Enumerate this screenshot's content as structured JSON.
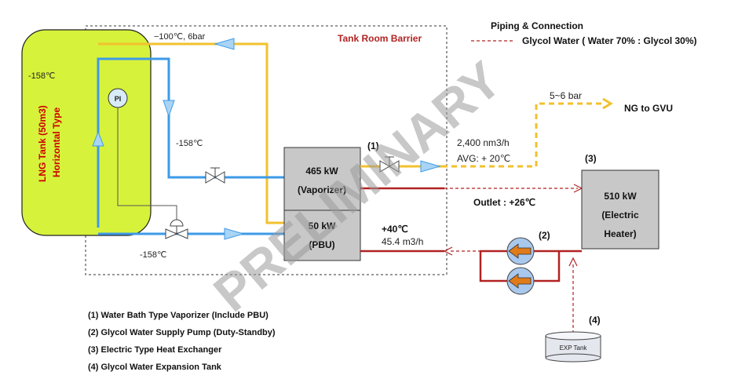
{
  "colors": {
    "tank_fill": "#d7f23a",
    "lng_line": "#3d9ae8",
    "ng_line": "#f2c12e",
    "glycol_line": "#b22222",
    "equip_fill": "#c8c8c8",
    "pump_fill": "#a9c8ee",
    "pump_arrow": "#e07b1a",
    "barrier_label": "#b22222",
    "tank_label": "#cc0000"
  },
  "tank": {
    "label_line1": "LNG Tank (50m3)",
    "label_line2": "Horizontal Type",
    "temp": "-158℃"
  },
  "barrier_label": "Tank Room Barrier",
  "pi_label": "PI",
  "labels": {
    "top_line": "−100℃, 6bar",
    "mid_temp": "-158℃",
    "bottom_temp": "-158℃",
    "ng_flow": "2,400 nm3/h",
    "ng_avg": "AVG: + 20℃",
    "pressure": "5~6 bar",
    "ng_to_gvu": "NG to GVU",
    "outlet": "Outlet : +26℃",
    "inlet_temp": "+40℃",
    "inlet_flow": "45.4 m3/h"
  },
  "equipment": {
    "vaporizer_kw": "465 kW",
    "vaporizer_name": "(Vaporizer)",
    "pbu_kw": "50 kW",
    "pbu_name": "(PBU)",
    "heater_kw": "510 kW",
    "heater_name1": "(Electric",
    "heater_name2": "Heater)",
    "exp_tank": "EXP Tank"
  },
  "markers": {
    "m1": "(1)",
    "m2": "(2)",
    "m3": "(3)",
    "m4": "(4)"
  },
  "legend": {
    "title": "Piping & Connection",
    "glycol": "Glycol Water  ( Water 70% : Glycol 30%)"
  },
  "notes": [
    "(1)  Water Bath Type Vaporizer (Include PBU)",
    "(2)  Glycol Water Supply Pump (Duty-Standby)",
    "(3)  Electric Type Heat Exchanger",
    "(4) Glycol Water Expansion Tank"
  ],
  "watermark": "PRELIMINARY"
}
